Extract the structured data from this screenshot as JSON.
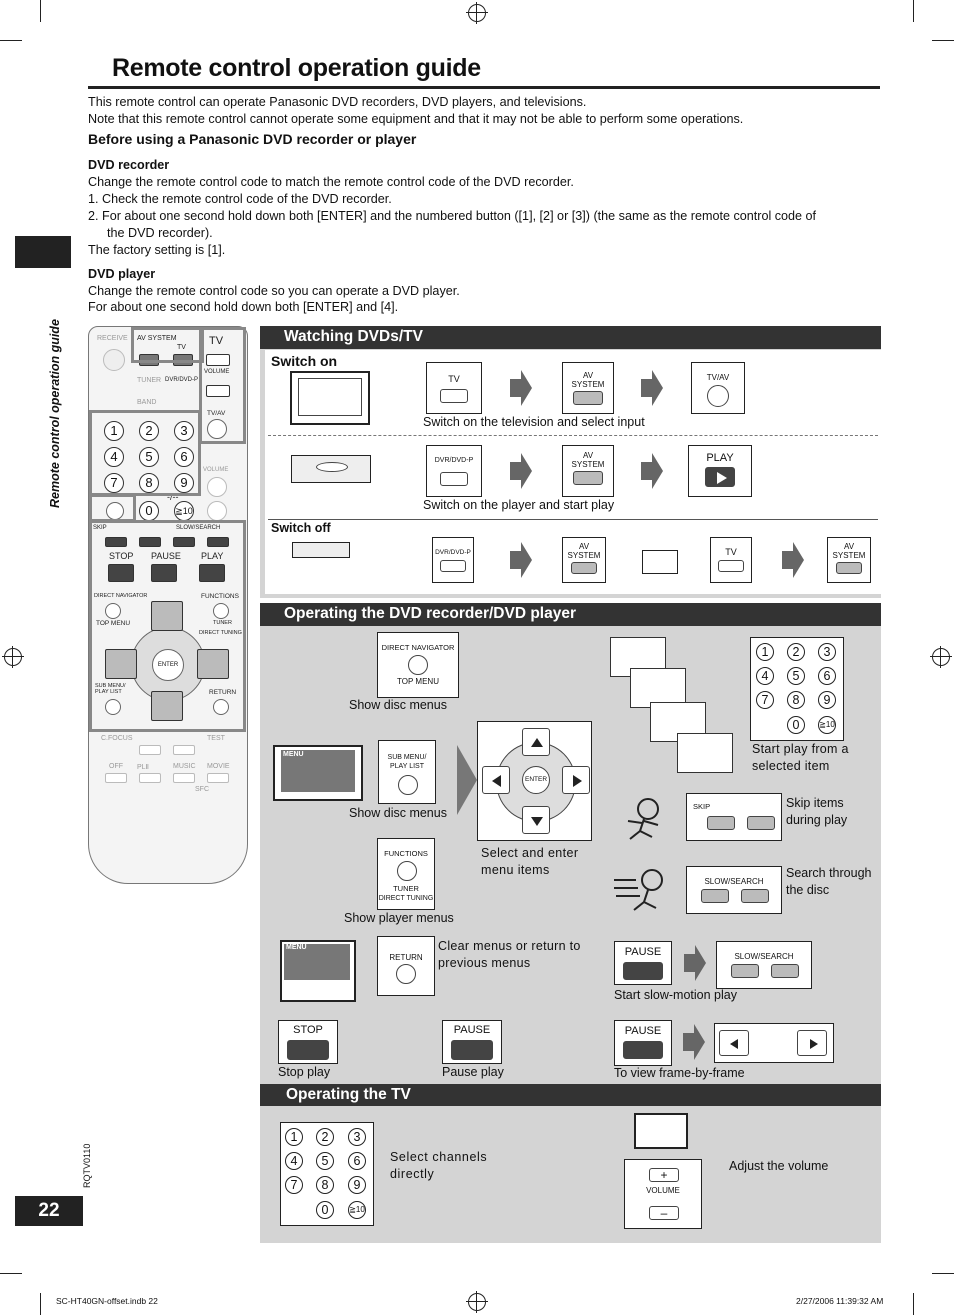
{
  "page": {
    "title": "Remote control operation guide",
    "intro_1": "This remote control can operate Panasonic DVD recorders, DVD players, and televisions.",
    "intro_2": "Note that this remote control cannot operate some equipment and that it may not be able to perform some operations.",
    "before_heading": "Before using a Panasonic DVD recorder or player",
    "recorder_heading": "DVD recorder",
    "recorder_text": "Change the remote control code to match the remote control code of the DVD recorder.",
    "recorder_step1": "1.  Check the remote control code of the DVD recorder.",
    "recorder_step2a": "2.  For about one second hold down both [ENTER] and the numbered button ([1], [2] or [3]) (the same as the remote control code of",
    "recorder_step2b": "the DVD recorder).",
    "factory": "The factory setting is [1].",
    "player_heading": "DVD player",
    "player_text1": "Change the remote control code so you can operate a DVD player.",
    "player_text2": "For about one second hold down both [ENTER] and [4].",
    "side_label": "Remote control operation guide",
    "page_number": "22",
    "doc_code": "RQTV0110",
    "footer_left": "SC-HT40GN-offset.indb   22",
    "footer_right": "2/27/2006   11:39:32 AM"
  },
  "remote": {
    "receive": "RECEIVE",
    "av_system": "AV SYSTEM",
    "tv": "TV",
    "tv_big": "TV",
    "tuner": "TUNER",
    "band": "BAND",
    "dvr_dvd_p": "DVR/DVD-P",
    "volume": "VOLUME",
    "tv_av": "TV/AV",
    "volume_g": "VOLUME",
    "skip": "SKIP",
    "slow_search": "SLOW/SEARCH",
    "stop": "STOP",
    "pause": "PAUSE",
    "play": "PLAY",
    "direct_navigator": "DIRECT NAVIGATOR",
    "functions": "FUNCTIONS",
    "top_menu": "TOP MENU",
    "tuner2": "TUNER",
    "direct_tuning": "DIRECT TUNING",
    "enter": "ENTER",
    "sub_menu": "SUB MENU/",
    "play_list": "PLAY LIST",
    "return": "RETURN",
    "c_focus": "C.FOCUS",
    "test": "TEST",
    "off": "OFF",
    "pl": "PLⅡ",
    "music": "MUSIC",
    "movie": "MOVIE",
    "sfc": "SFC",
    "nums": [
      "1",
      "2",
      "3",
      "4",
      "5",
      "6",
      "7",
      "8",
      "9",
      "0",
      "≧10"
    ],
    "dash": "-/--"
  },
  "watching": {
    "header": "Watching DVDs/TV",
    "switch_on": "Switch on",
    "switch_off": "Switch off",
    "tv_btn": "TV",
    "av_system": "AV SYSTEM",
    "tv_av": "TV/AV",
    "dvr_dvd_p": "DVR/DVD-P",
    "play": "PLAY",
    "cap_tv": "Switch on the television and select input",
    "cap_player": "Switch on the player and start play"
  },
  "dvd": {
    "header": "Operating the DVD recorder/DVD player",
    "direct_navigator": "DIRECT NAVIGATOR",
    "top_menu": "TOP MENU",
    "show_disc_menus_1": "Show disc menus",
    "menu": "MENU",
    "sub_menu": "SUB MENU/",
    "play_list": "PLAY LIST",
    "show_disc_menus_2": "Show disc menus",
    "functions": "FUNCTIONS",
    "tuner": "TUNER",
    "direct_tuning": "DIRECT TUNING",
    "show_player_menus": "Show player menus",
    "enter": "ENTER",
    "select_enter": "Select and enter menu items",
    "start_play": "Start play from a selected item",
    "skip": "SKIP",
    "skip_items": "Skip items during play",
    "slow_search": "SLOW/SEARCH",
    "search_disc": "Search through the disc",
    "return": "RETURN",
    "clear_menus": "Clear menus or return to  previous menus",
    "pause": "PAUSE",
    "start_slow": "Start slow-motion play",
    "stop": "STOP",
    "stop_play": "Stop play",
    "pause_play": "Pause play",
    "frame": "To view frame-by-frame"
  },
  "tv": {
    "header": "Operating the TV",
    "select_channels": "Select channels directly",
    "volume": "VOLUME",
    "adjust_volume": "Adjust the volume"
  }
}
